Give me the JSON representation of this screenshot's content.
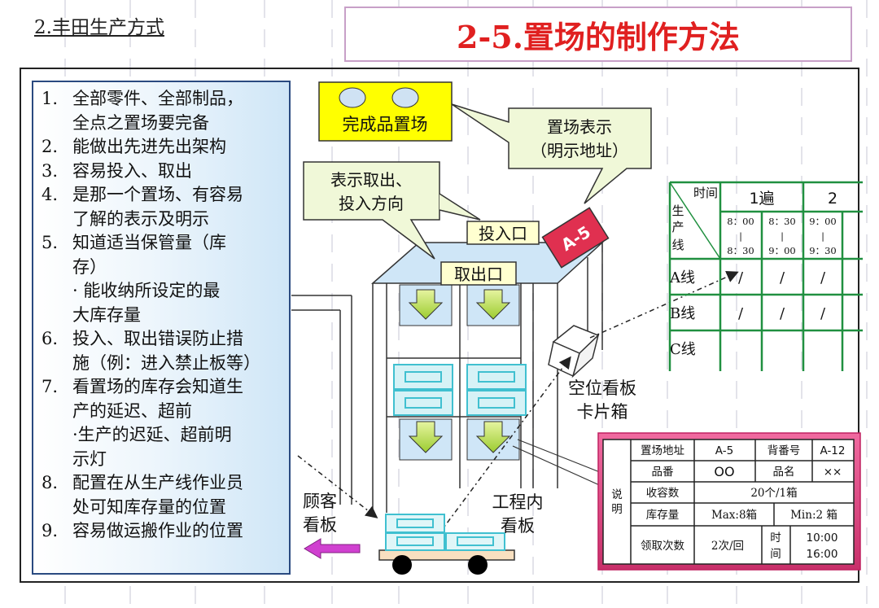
{
  "header": {
    "subtitle": "2.丰田生产方式",
    "title": "2-5.置场的制作方法"
  },
  "list": [
    {
      "num": "1.",
      "lines": [
        "全部零件、全部制品，",
        "全点之置场要完备"
      ]
    },
    {
      "num": "2.",
      "lines": [
        "能做出先进先出架构"
      ]
    },
    {
      "num": "3.",
      "lines": [
        "容易投入、取出"
      ]
    },
    {
      "num": "4.",
      "lines": [
        "是那一个置场、有容易",
        "了解的表示及明示"
      ]
    },
    {
      "num": "5.",
      "lines": [
        "知道适当保管量（库",
        "存）",
        "·  能收纳所设定的最",
        "大库存量"
      ]
    },
    {
      "num": "6.",
      "lines": [
        "投入、取出错误防止措",
        "施（例：进入禁止板等）"
      ]
    },
    {
      "num": "7.",
      "lines": [
        "看置场的库存会知道生",
        "产的延迟、超前",
        "·生产的迟延、超前明",
        "示灯"
      ]
    },
    {
      "num": "8.",
      "lines": [
        "配置在从生产线作业员",
        "处可知库存量的位置"
      ]
    },
    {
      "num": "9.",
      "lines": [
        "容易做运搬作业的位置"
      ]
    }
  ],
  "diagram": {
    "finished_area": "完成品置场",
    "callout_address": [
      "置场表示",
      "（明示地址）"
    ],
    "callout_direction": [
      "表示取出、",
      "投入方向"
    ],
    "entry_label": "投入口",
    "exit_label": "取出口",
    "location_tag": "A-5",
    "empty_box_label": [
      "空位看板",
      "卡片箱"
    ],
    "customer_kanban": [
      "顾客",
      "看板"
    ],
    "process_kanban": [
      "工程内",
      "看板"
    ]
  },
  "schedule": {
    "corner_top": "时间",
    "corner_left": [
      "生",
      "产",
      "线"
    ],
    "col_headers": [
      "1遍",
      "2"
    ],
    "time_slots": [
      [
        "8：00",
        "|",
        "8：30"
      ],
      [
        "8：30",
        "|",
        "9：00"
      ],
      [
        "9：00",
        "|",
        "9：30"
      ]
    ],
    "rows": [
      {
        "label": "A线",
        "marks": [
          "/",
          "/",
          "/"
        ]
      },
      {
        "label": "B线",
        "marks": [
          "/",
          "/",
          "/"
        ]
      },
      {
        "label": "C线",
        "marks": [
          "",
          "",
          ""
        ]
      }
    ]
  },
  "kanban_card": {
    "side_label": [
      "说",
      "明"
    ],
    "location_label": "置场地址",
    "location_value": "A-5",
    "back_no_label": "背番号",
    "back_no_value": "A-12",
    "part_no_label": "品番",
    "part_no_value": "OO",
    "part_name_label": "品名",
    "part_name_value": "××",
    "capacity_label": "收容数",
    "capacity_value": "20个/1箱",
    "stock_label": "库存量",
    "stock_max": "Max:8箱",
    "stock_min": "Min:2 箱",
    "pickup_label": "领取次数",
    "pickup_value": "2次/回",
    "time_label": [
      "时",
      "间"
    ],
    "time_values": [
      "10:00",
      "16:00"
    ]
  },
  "colors": {
    "title_red": "#e02020",
    "yellow": "#ffff00",
    "callout_green": "#f0f8d8",
    "arrow_green": "#c0e060",
    "box_cyan": "#40c0d0",
    "card_pink": "#e8508a",
    "tag_red": "#e03050",
    "grid_green": "#209040"
  }
}
